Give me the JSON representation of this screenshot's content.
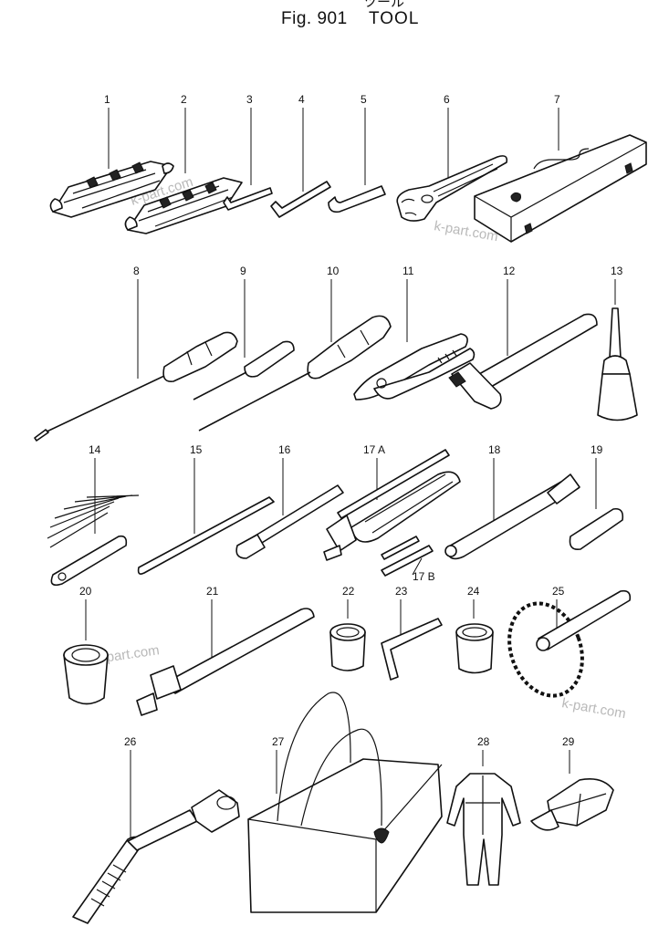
{
  "header": {
    "kana": "ツール",
    "fig_number": "Fig. 901",
    "fig_name": "TOOL"
  },
  "callouts": [
    "1",
    "2",
    "3",
    "4",
    "5",
    "6",
    "7",
    "8",
    "9",
    "10",
    "11",
    "12",
    "13",
    "14",
    "15",
    "16",
    "17 A",
    "17 B",
    "18",
    "19",
    "20",
    "21",
    "22",
    "23",
    "24",
    "25",
    "26",
    "27",
    "28",
    "29"
  ],
  "watermark": "k-part.com",
  "colors": {
    "ink": "#111111",
    "watermark": "#b9b9b9",
    "paper": "#ffffff"
  }
}
